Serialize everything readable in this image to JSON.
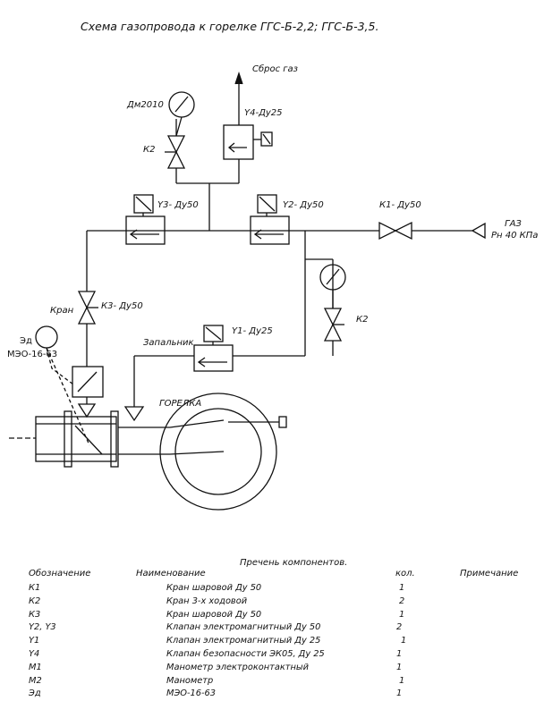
{
  "title": "Схема газопровода к горелке ГГС-Б-2,2;  ГГС-Б-3,5.",
  "labels": {
    "gas_vent": "Сброс газ",
    "gauge_dm": "Дм2010",
    "y4": "Y4-Ду25",
    "k2_top": "К2",
    "y3": "Y3- Ду50",
    "y2": "Y2- Ду50",
    "k1": "К1- Ду50",
    "gas": "ГАЗ",
    "pressure": "Рн 40 КПа",
    "kran": "Кран",
    "k3": "К3- Ду50",
    "ed": "Эд",
    "meo": "МЭО-16-63",
    "zapalnik": "Запальник",
    "y1": "Y1- Ду25",
    "k2_right": "К2",
    "gorelka": "ГОРЕЛКА"
  },
  "components": {
    "title": "Пречень компонентов.",
    "headers": {
      "code": "Обозначение",
      "name": "Наименование",
      "qty": "кол.",
      "note": "Примечание"
    },
    "rows": [
      {
        "code": "К1",
        "name": "Кран шаровой Ду 50",
        "qty": "1"
      },
      {
        "code": "К2",
        "name": "Кран 3-х ходовой",
        "qty": "2"
      },
      {
        "code": "К3",
        "name": "Кран шаровой Ду 50",
        "qty": "1"
      },
      {
        "code": "Y2, Y3",
        "name": "Клапан электромагнитный Ду 50",
        "qty": "2"
      },
      {
        "code": "Y1",
        "name": "Клапан электромагнитный Ду 25",
        "qty": "1"
      },
      {
        "code": "Y4",
        "name": "Клапан безопасности ЭК05, Ду 25",
        "qty": "1"
      },
      {
        "code": "М1",
        "name": "Манометр электроконтактный",
        "qty": "1"
      },
      {
        "code": "М2",
        "name": "Манометр",
        "qty": "1"
      },
      {
        "code": "Эд",
        "name": "МЭО-16-63",
        "qty": "1"
      }
    ]
  }
}
